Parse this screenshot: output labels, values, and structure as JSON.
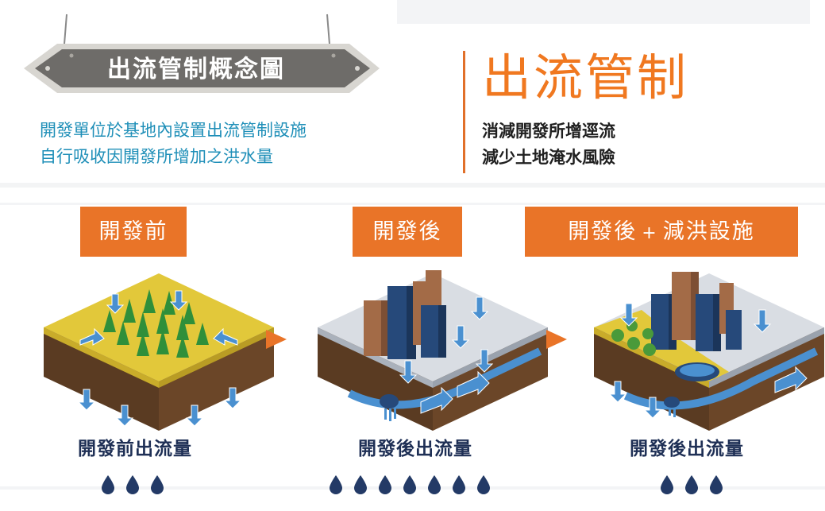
{
  "sign": {
    "title": "出流管制概念圖"
  },
  "intro": {
    "lines": [
      "開發單位於基地內設置出流管制設施",
      "自行吸收因開發所增加之洪水量"
    ]
  },
  "headline": {
    "title": "出流管制",
    "points": [
      "消減開發所增逕流",
      "減少土地淹水風險"
    ]
  },
  "stages": [
    {
      "label": "開發前",
      "caption": "開發前出流量",
      "drops": 3,
      "icon": "forest-terrain-icon"
    },
    {
      "label": "開發後",
      "caption": "開發後出流量",
      "drops": 7,
      "icon": "urban-terrain-icon"
    },
    {
      "label_main": "開發後",
      "label_plus": "+",
      "label_tail": "減洪設施",
      "caption": "開發後出流量",
      "drops": 3,
      "icon": "detention-terrain-icon"
    }
  ],
  "colors": {
    "accent_orange": "#e97428",
    "title_orange": "#f07820",
    "intro_blue": "#1f8fb8",
    "caption_navy": "#1e2f55",
    "sign_gray": "#6e6c69",
    "drop_navy": "#233a66",
    "arrow_blue": "#4a90d0"
  }
}
